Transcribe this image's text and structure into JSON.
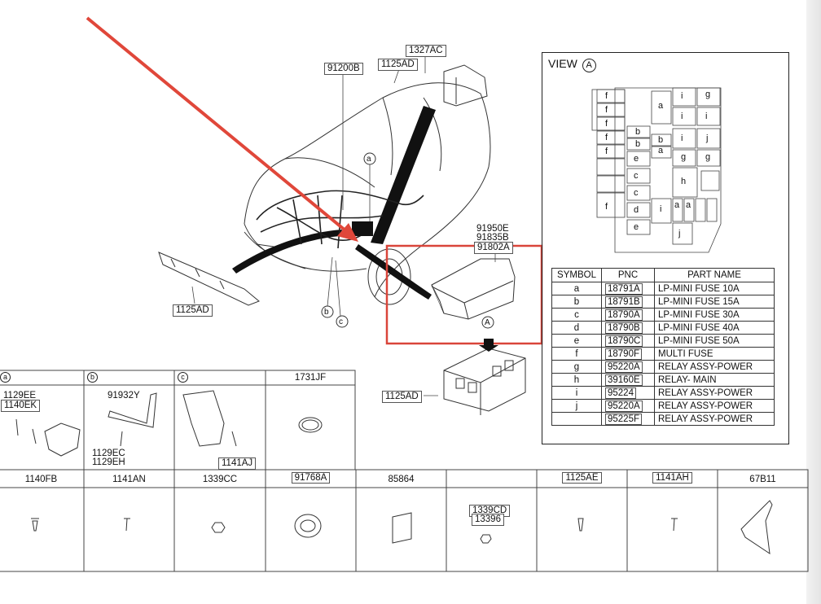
{
  "callouts": {
    "c_91200B": "91200B",
    "c_1327AC": "1327AC",
    "c_1125AD_top": "1125AD",
    "c_91950E": "91950E",
    "c_91835B": "91835B",
    "c_91802A": "91802A",
    "c_1125AD_left": "1125AD",
    "c_1125AD_fuse": "1125AD",
    "circle_a": "a",
    "circle_b": "b",
    "circle_c": "c",
    "circle_A": "A"
  },
  "view": {
    "title": "VIEW",
    "marker": "A",
    "cells": [
      "f",
      "f",
      "f",
      "f",
      "f",
      "f",
      "a",
      "i",
      "g",
      "i",
      "i",
      "b",
      "b",
      "b",
      "a",
      "i",
      "j",
      "e",
      "g",
      "g",
      "c",
      "h",
      "c",
      "d",
      "i",
      "a",
      "a",
      "e",
      "j"
    ]
  },
  "table": {
    "headers": [
      "SYMBOL",
      "PNC",
      "PART NAME"
    ],
    "rows": [
      {
        "symbol": "a",
        "pnc": "18791A",
        "name": "LP-MINI FUSE 10A"
      },
      {
        "symbol": "b",
        "pnc": "18791B",
        "name": "LP-MINI FUSE 15A"
      },
      {
        "symbol": "c",
        "pnc": "18790A",
        "name": "LP-MINI FUSE 30A"
      },
      {
        "symbol": "d",
        "pnc": "18790B",
        "name": "LP-MINI FUSE 40A"
      },
      {
        "symbol": "e",
        "pnc": "18790C",
        "name": "LP-MINI FUSE 50A"
      },
      {
        "symbol": "f",
        "pnc": "18790F",
        "name": "MULTI FUSE"
      },
      {
        "symbol": "g",
        "pnc": "95220A",
        "name": "RELAY ASSY-POWER"
      },
      {
        "symbol": "h",
        "pnc": "39160E",
        "name": "RELAY- MAIN"
      },
      {
        "symbol": "i",
        "pnc": "95224",
        "name": "RELAY ASSY-POWER"
      },
      {
        "symbol": "j",
        "pnc": "95220A",
        "name": "RELAY ASSY-POWER"
      },
      {
        "symbol": "",
        "pnc": "95225F",
        "name": "RELAY ASSY-POWER"
      }
    ]
  },
  "detail_row": {
    "a_hdr": "a",
    "b_hdr": "b",
    "c_hdr": "c",
    "d_hdr": "1731JF",
    "a_p1": "1129EE",
    "a_p2": "1140EK",
    "b_p1": "91932Y",
    "b_p2": "1129EC",
    "b_p3": "1129EH",
    "c_p1": "1141AJ"
  },
  "bottom_row": {
    "h1": "1140FB",
    "h2": "1141AN",
    "h3": "1339CC",
    "h4": "91768A",
    "h5": "85864",
    "h6": "",
    "h7": "1125AE",
    "h8": "1141AH",
    "h9": "67B11",
    "c6_p1": "1339CD",
    "c6_p2": "13396"
  },
  "colors": {
    "arrow": "#e0473a",
    "highlight_box": "#d9453a"
  }
}
